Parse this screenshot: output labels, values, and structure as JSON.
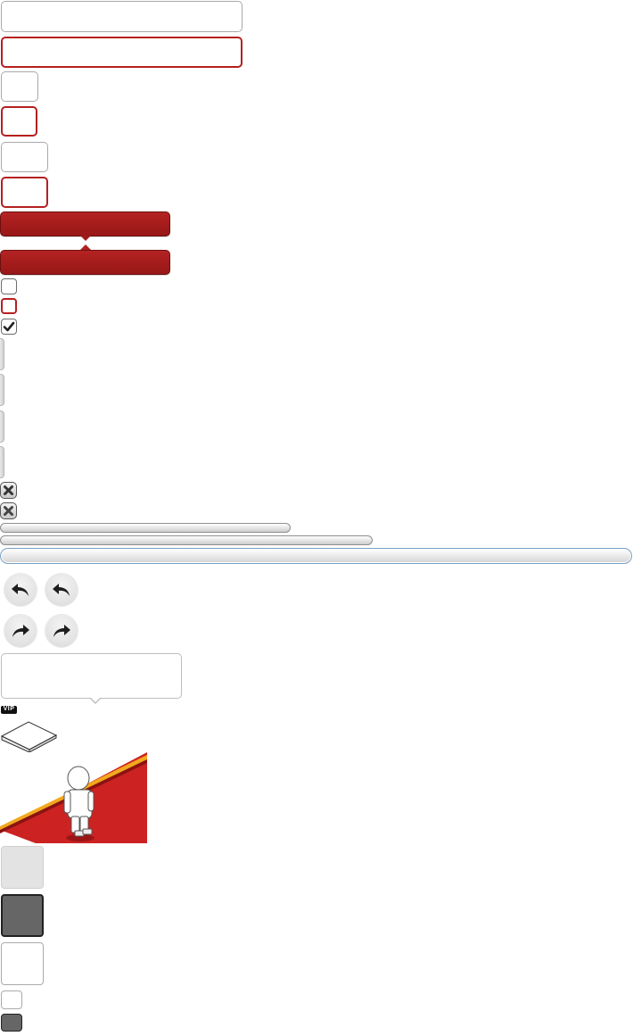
{
  "badges": {
    "vip_label": "VIP"
  },
  "progress": {
    "bar1": 0.46,
    "bar2": 0.59,
    "bar3": 1.0
  },
  "checkbox_checked": true,
  "colors": {
    "error_red": "#b52020",
    "bar_red": "#a61c1c",
    "carpet_red": "#cc2222",
    "carpet_stripe": "#f2a81d",
    "swatch_light": "#e3e3e3",
    "swatch_dark": "#666666"
  },
  "icons": {
    "undo": "arrow-undo-icon",
    "redo": "arrow-redo-icon",
    "close": "close-x-icon",
    "check": "checkmark-icon"
  }
}
